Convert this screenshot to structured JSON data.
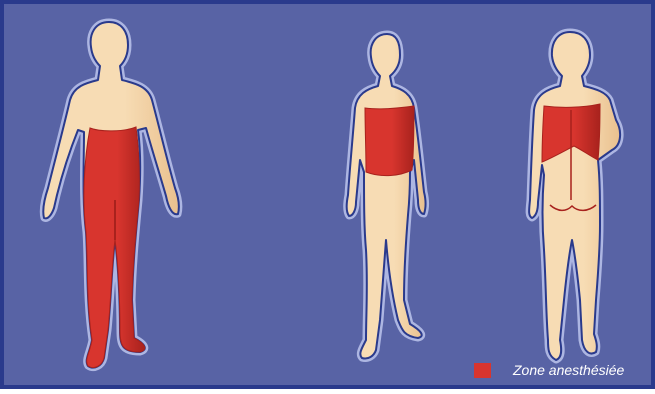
{
  "colors": {
    "background": "#5863a5",
    "frame": "#2a3a8c",
    "skin": "#f7dcb4",
    "skin_shade": "#e9c08e",
    "outline_glow": "#bcc4ec",
    "anesthetized": "#d8352e",
    "anesthetized_shade": "#a8221d",
    "legend_text": "#ffffff"
  },
  "figures": [
    {
      "view": "front",
      "zone": "waist-to-feet"
    },
    {
      "view": "front",
      "zone": "trunk-band"
    },
    {
      "view": "back",
      "zone": "trunk-band"
    }
  ],
  "legend": {
    "label": "Zone anesthésiée"
  }
}
